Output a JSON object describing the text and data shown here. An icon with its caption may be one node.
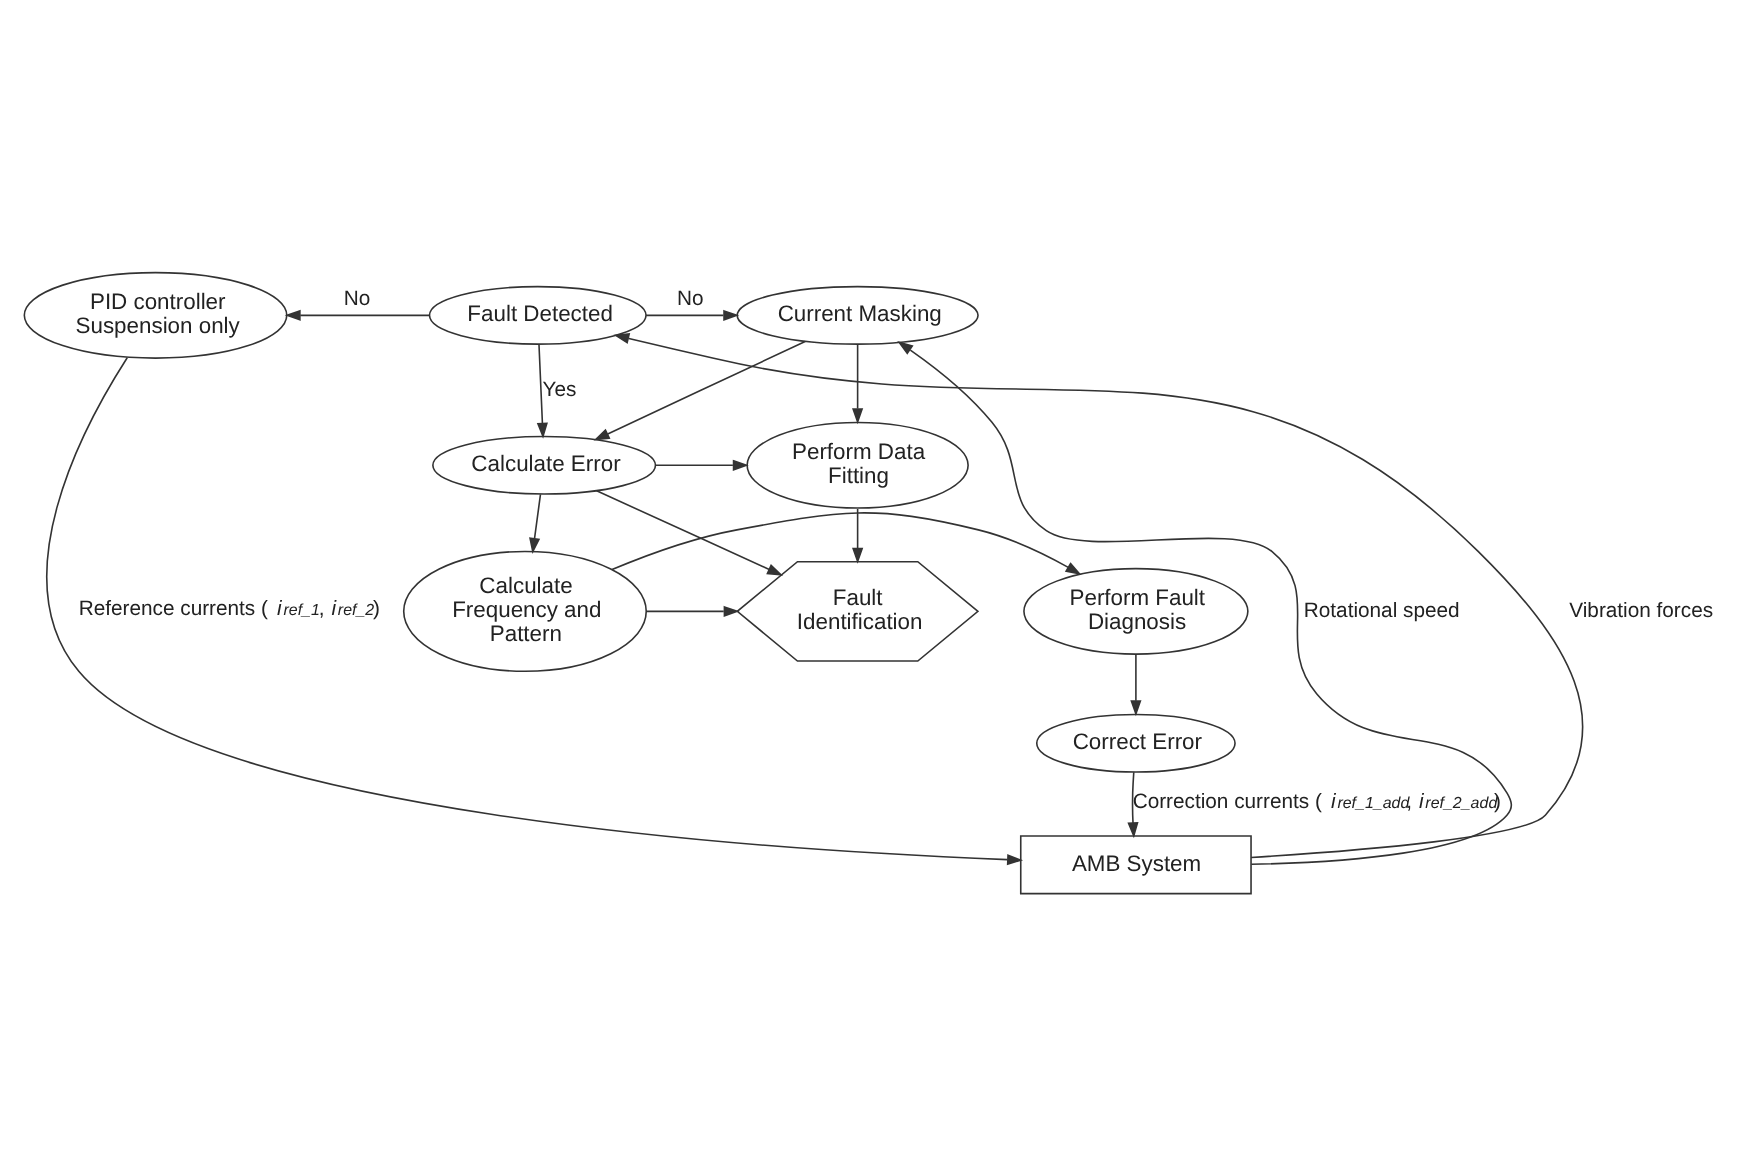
{
  "diagram": {
    "nodes": [
      {
        "text": [
          "PID controller Suspension only"
        ]
      },
      {
        "text": [
          "Fault Detected"
        ]
      },
      {
        "text": [
          "Current Masking"
        ]
      },
      {
        "text": [
          "Calculate Error"
        ]
      },
      {
        "text": [
          "Perform Data Fitting"
        ]
      },
      {
        "text": [
          "Perform Fault Diagnosis"
        ]
      },
      {
        "text": [
          "Calculate Frequency and Pattern"
        ]
      },
      {
        "text": [
          "Fault Identification"
        ]
      },
      {
        "text": [
          "Correct Error"
        ]
      },
      {
        "text": [
          "AMB System"
        ]
      }
    ],
    "edges": [
      {
        "from": 9,
        "to": 1,
        "arrow": "to",
        "label": "Vibration forces"
      },
      {
        "from": 1,
        "to": 0,
        "arrow": "to",
        "label": "No"
      },
      {
        "from": 1,
        "to": 2,
        "arrow": "to",
        "label": "No"
      },
      {
        "from": 1,
        "to": 3,
        "arrow": "to",
        "label": "Yes"
      },
      {
        "from": 2,
        "to": 3,
        "arrow": "to"
      },
      {
        "from": 2,
        "to": 4,
        "arrow": "to"
      },
      {
        "from": 3,
        "to": 4,
        "arrow": "to"
      },
      {
        "from": 3,
        "to": 7,
        "arrow": "to"
      },
      {
        "from": 3,
        "to": 6,
        "arrow": "to"
      },
      {
        "from": 4,
        "to": 7,
        "arrow": "to"
      },
      {
        "from": 6,
        "to": 5,
        "arrow": "to"
      },
      {
        "from": 6,
        "to": 7,
        "arrow": "to"
      },
      {
        "from": 5,
        "to": 8,
        "arrow": "to"
      },
      {
        "from": 8,
        "to": 9,
        "arrow": "to",
        "label": "Correction currents (*i*$_{ref_1_add}$, *i*$_{ref_2_add}$)"
      },
      {
        "from": 0,
        "to": 9,
        "arrow": "to",
        "label": "Reference currents (*i*$_{ref_1}$, *i*$_{ref_2}$)"
      },
      {
        "from": 9,
        "to": 2,
        "arrow": "to",
        "label": "Rotational speed"
      }
    ]
  }
}
